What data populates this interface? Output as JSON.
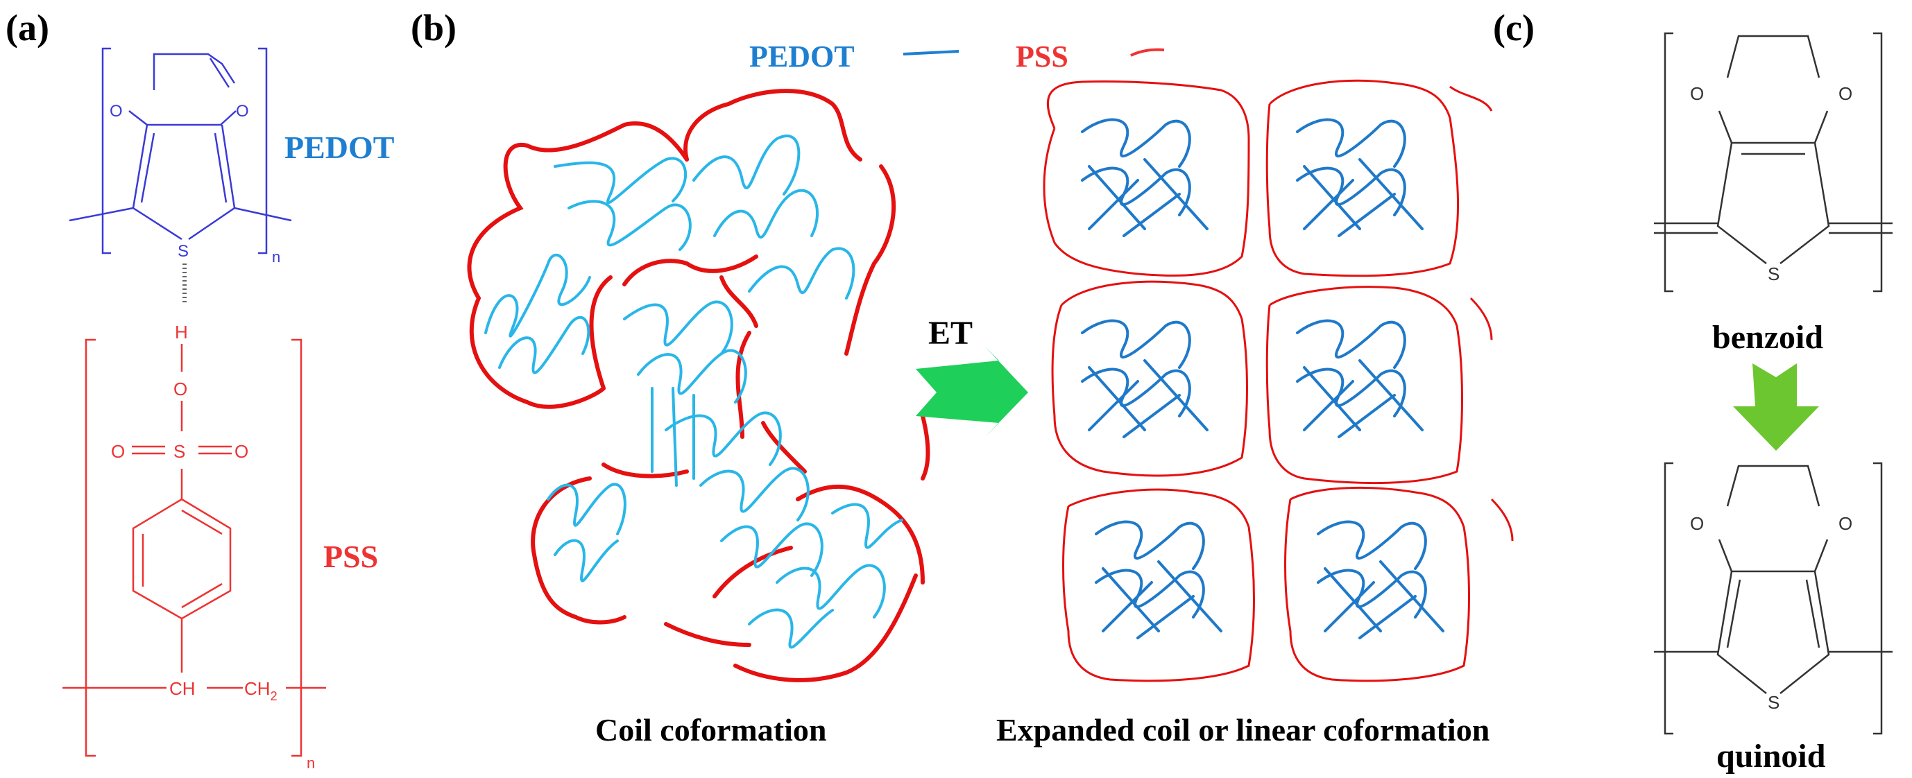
{
  "panels": {
    "a": {
      "label": "(a)",
      "pedot_label": "PEDOT",
      "pss_label": "PSS",
      "atoms": {
        "o_left": "O",
        "o_right": "O",
        "sulfur": "S",
        "hydrogen": "H",
        "o_link": "O",
        "o_sulfonyl_left": "O",
        "s_sulfonyl": "S",
        "o_sulfonyl_right": "O",
        "ch": "CH",
        "ch2": "CH",
        "ch2_subscript": "2",
        "n_top": "n",
        "n_bottom": "n"
      }
    },
    "b": {
      "label": "(b)",
      "legend_pedot": "PEDOT",
      "legend_pss": "PSS",
      "arrow_label": "ET",
      "caption_left": "Coil coformation",
      "caption_right": "Expanded coil or linear coformation"
    },
    "c": {
      "label": "(c)",
      "benzoid_label": "benzoid",
      "quinoid_label": "quinoid",
      "atoms": {
        "benzoid_o_left": "O",
        "benzoid_o_right": "O",
        "benzoid_s": "S",
        "quinoid_o_left": "O",
        "quinoid_o_right": "O",
        "quinoid_s": "S"
      }
    }
  },
  "colors": {
    "pedot_structure": "#3a3ad8",
    "pedot_text": "#1e7fd0",
    "pss": "#ee3333",
    "pss_coil": "#e51010",
    "pedot_coil_light": "#29b6e8",
    "pedot_coil_dark": "#1f79c9",
    "arrow_green": "#1ecf5a",
    "arrow_green_light": "#6cc630",
    "structure_black": "#333333"
  }
}
